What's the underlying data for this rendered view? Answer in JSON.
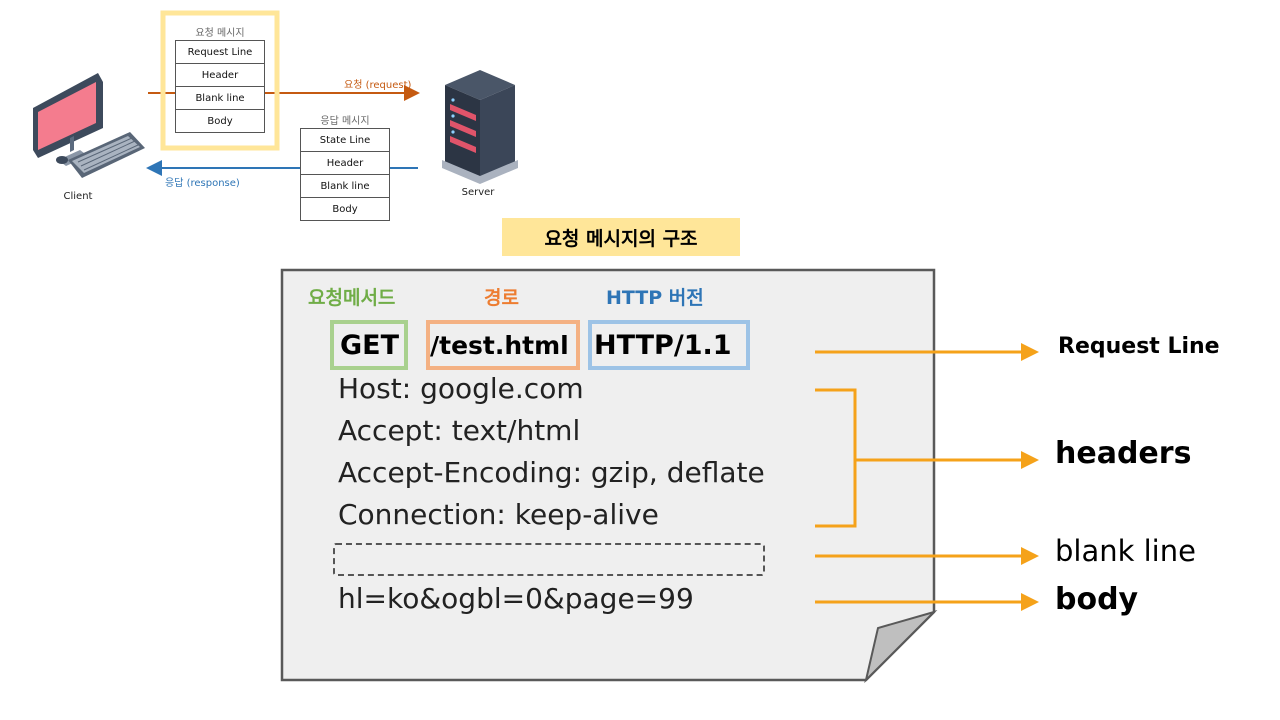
{
  "overview": {
    "client_label": "Client",
    "server_label": "Server",
    "request_message": {
      "title": "요청 메시지",
      "rows": [
        "Request Line",
        "Header",
        "Blank line",
        "Body"
      ]
    },
    "response_message": {
      "title": "응답 메시지",
      "rows": [
        "State Line",
        "Header",
        "Blank line",
        "Body"
      ]
    },
    "request_arrow_label": "요청 (request)",
    "response_arrow_label": "응답 (response)"
  },
  "main_title": "요청 메시지의 구조",
  "document": {
    "categories": {
      "method": "요청메서드",
      "path": "경로",
      "version": "HTTP 버전"
    },
    "request_line": {
      "method": "GET",
      "path": "/test.html",
      "version": "HTTP/1.1"
    },
    "headers": [
      "Host: google.com",
      "Accept: text/html",
      "Accept-Encoding: gzip, deflate",
      "Connection: keep-alive"
    ],
    "body": "hl=ko&ogbl=0&page=99"
  },
  "labels": {
    "request_line": "Request Line",
    "headers": "headers",
    "blank_line": "blank line",
    "body": "body"
  },
  "colors": {
    "highlight_yellow": "#ffe699",
    "method_green": "#a9d18e",
    "method_text_green": "#70ad47",
    "path_orange": "#f4b183",
    "path_text_orange": "#ed7d31",
    "version_blue": "#9dc3e6",
    "version_text_blue": "#2e75b6",
    "arrow_orange": "#f5a21a",
    "request_arrow": "#c55a11",
    "response_arrow": "#2e75b6"
  }
}
